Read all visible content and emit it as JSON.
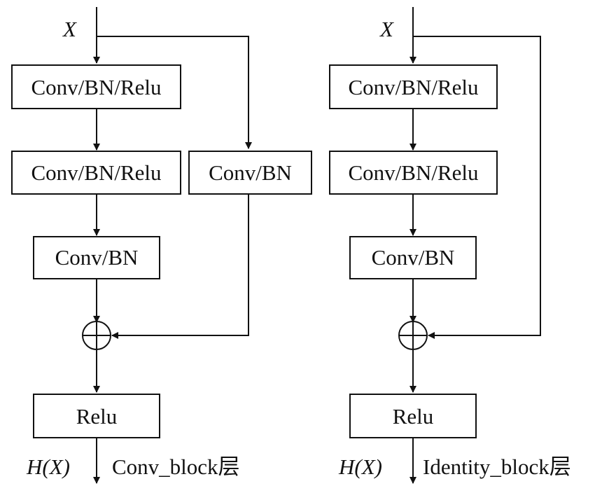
{
  "conv_block": {
    "input": "X",
    "boxes": [
      "Conv/BN/Relu",
      "Conv/BN/Relu",
      "Conv/BN"
    ],
    "shortcut_box": "Conv/BN",
    "relu": "Relu",
    "output": "H(X)",
    "caption": "Conv_block层"
  },
  "identity_block": {
    "input": "X",
    "boxes": [
      "Conv/BN/Relu",
      "Conv/BN/Relu",
      "Conv/BN"
    ],
    "relu": "Relu",
    "output": "H(X)",
    "caption": "Identity_block层"
  }
}
